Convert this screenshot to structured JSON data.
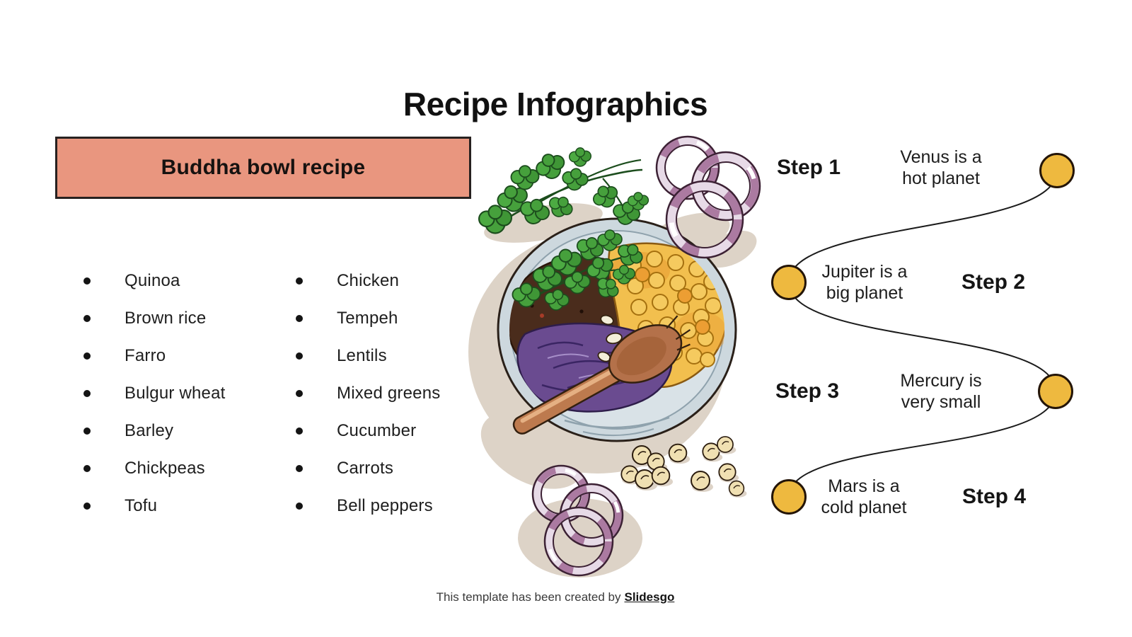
{
  "slide": {
    "title": "Recipe Infographics",
    "recipe_box_label": "Buddha bowl recipe",
    "footer_text": "This template has been created by",
    "footer_brand": "Slidesgo"
  },
  "ingredients": {
    "column_1": [
      "Quinoa",
      "Brown rice",
      "Farro",
      "Bulgur wheat",
      "Barley",
      "Chickpeas",
      "Tofu"
    ],
    "column_2": [
      "Chicken",
      "Tempeh",
      "Lentils",
      "Mixed greens",
      "Cucumber",
      "Carrots",
      "Bell peppers"
    ]
  },
  "steps": [
    {
      "label": "Step 1",
      "lines": [
        "Venus is a",
        "hot planet"
      ]
    },
    {
      "label": "Step 2",
      "lines": [
        "Jupiter is a",
        "big planet"
      ]
    },
    {
      "label": "Step 3",
      "lines": [
        "Mercury is",
        "very small"
      ]
    },
    {
      "label": "Step 4",
      "lines": [
        "Mars is a",
        "cold planet"
      ]
    }
  ],
  "colors": {
    "background": "#FFFFFF",
    "recipe_box": "#E9967F",
    "step_marker": "#EEB93F",
    "outline": "#241508",
    "text": "#1A1A1A"
  },
  "illustration": {
    "subject": "buddha-bowl-drawing"
  }
}
